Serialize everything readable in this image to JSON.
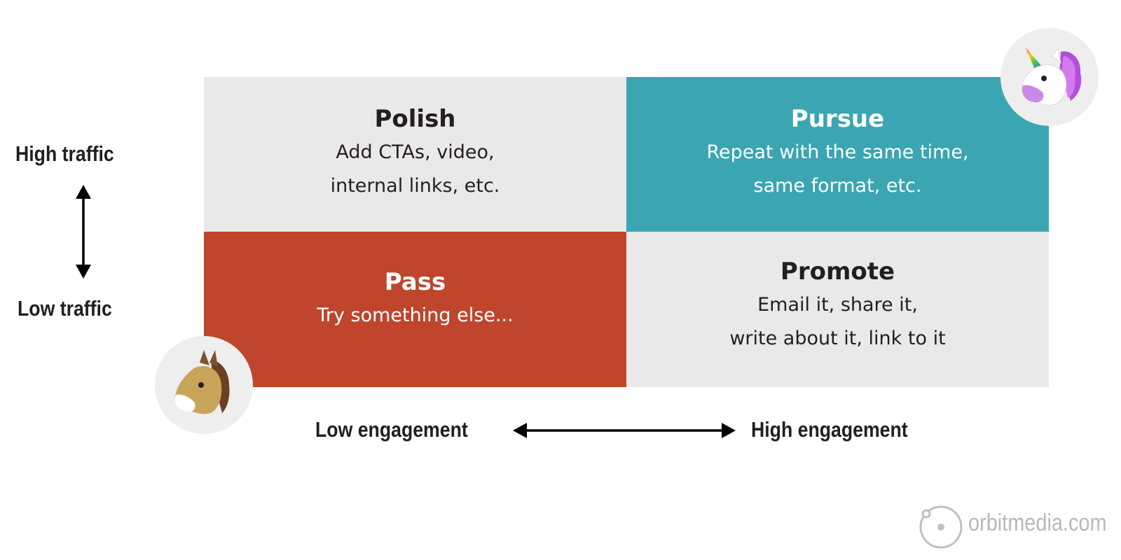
{
  "quadrants": {
    "polish": {
      "title": "Polish",
      "description": "Add CTAs, video,\ninternal links, etc.",
      "color": "#e9e9e9"
    },
    "pursue": {
      "title": "Pursue",
      "description": "Repeat with the same time,\nsame format, etc.",
      "color": "#3ba5b2"
    },
    "pass": {
      "title": "Pass",
      "description": "Try something else...",
      "color": "#bf452d"
    },
    "promote": {
      "title": "Promote",
      "description": "Email it, share it,\nwrite about it, link to it",
      "color": "#e9e9e9"
    }
  },
  "axes": {
    "y_high": "High traffic",
    "y_low": "Low traffic",
    "x_low": "Low engagement",
    "x_high": "High engagement"
  },
  "icons": {
    "top_right": "unicorn-icon",
    "bottom_left": "horse-icon"
  },
  "logo": {
    "text": "orbitmedia.com"
  }
}
